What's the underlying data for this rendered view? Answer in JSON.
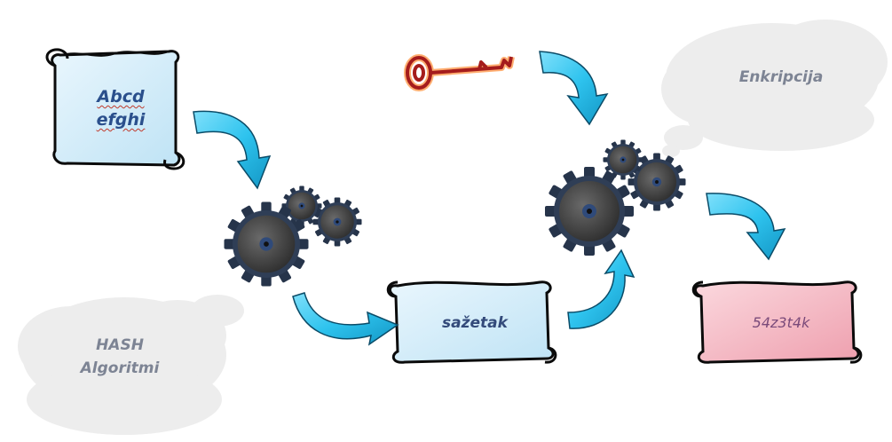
{
  "labels": {
    "input_line1": "Abcd",
    "input_line2": "efghi",
    "digest": "sažetak",
    "result": "54z3t4k",
    "hash_line1": "HASH",
    "hash_line2": "Algoritmi",
    "encryption": "Enkripcija"
  },
  "colors": {
    "arrow": "#2ec3ee",
    "arrow_dark": "#17a9d6",
    "outline": "#0b0b0b",
    "input_scroll": "#cfeaf8",
    "digest_scroll": "#cfeaf8",
    "result_scroll": "#f4b8c2",
    "gear": "#4a4a4a",
    "gear_rim": "#2f3e56",
    "key_fill": "#b82323",
    "key_glow": "#ff8a3d",
    "cloud": "#eeeeee"
  },
  "icons": [
    "input-scroll-icon",
    "key-icon",
    "gears-icon",
    "arrow-icon",
    "cloud-icon"
  ]
}
